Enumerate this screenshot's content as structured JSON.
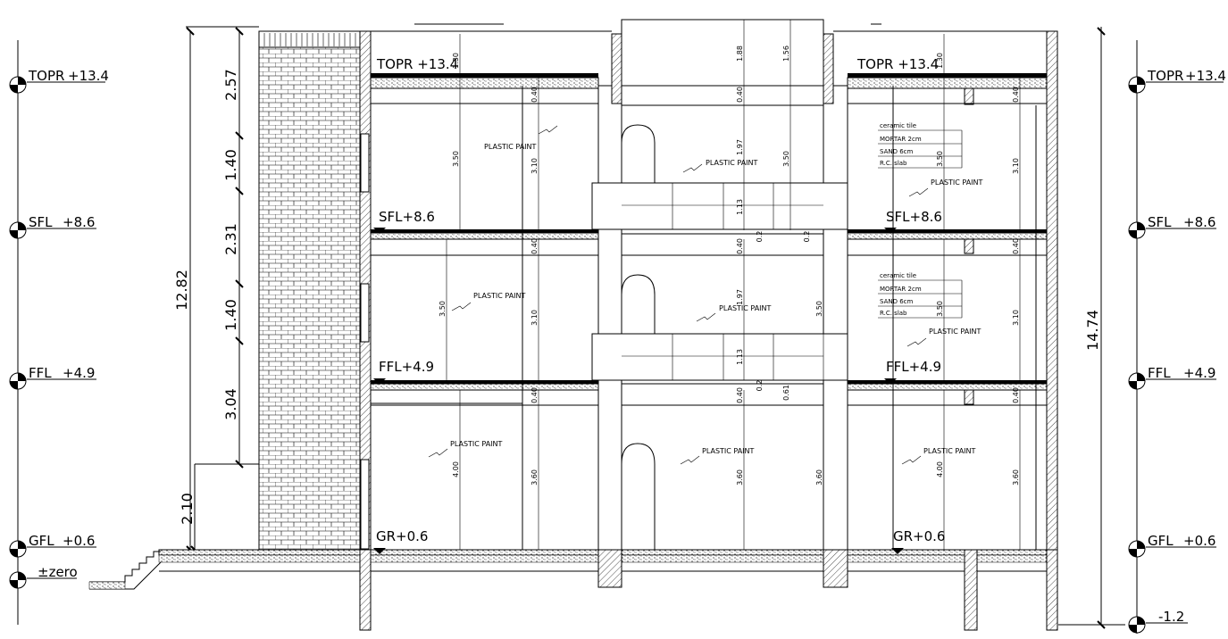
{
  "levels": {
    "topr": "TOPR",
    "topr_value": "+13.4",
    "sfl": "SFL",
    "sfl_value": "+8.6",
    "ffl": "FFL",
    "ffl_value": "+4.9",
    "gfl": "GFL",
    "gfl_value": "+0.6",
    "zero": "±zero",
    "basement": "-1.2"
  },
  "inline_levels": {
    "topr": "TOPR +13.4",
    "sfl": "SFL+8.6",
    "ffl": "FFL+4.9",
    "gr": "GR+0.6"
  },
  "left_dims": {
    "d1": "2.57",
    "d2": "1.40",
    "d3": "2.31",
    "d4": "1.40",
    "d5": "3.04",
    "d6": "2.10",
    "total": "12.82"
  },
  "right_dims": {
    "total": "14.74"
  },
  "finish_label": "PLASTIC PAINT",
  "floor_layers": [
    "ceramic tile",
    "MORTAR 2cm",
    "SAND 6cm",
    "R.C. slab"
  ],
  "room_dims": {
    "h130": "1.30",
    "h188": "1.88",
    "h156": "1.56",
    "h040": "0.40",
    "h350": "3.50",
    "h310": "3.10",
    "h197": "1.97",
    "h113": "1.13",
    "h020": "0.2",
    "h061": "0.61",
    "h400": "4.00",
    "h360": "3.60"
  }
}
